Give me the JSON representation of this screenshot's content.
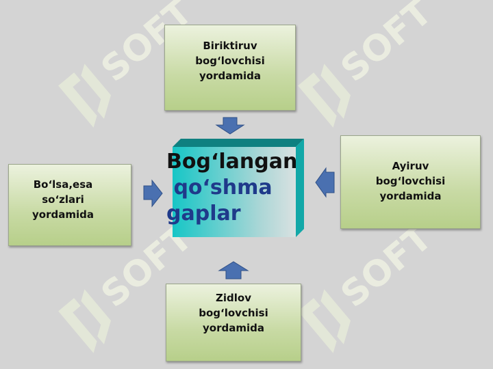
{
  "center": {
    "line1": "Bog‘langan",
    "line2": " qo‘shma",
    "line3": "gaplar"
  },
  "boxes": {
    "top": "Biriktiruv\nbog‘lovchisi\nyordamida ",
    "right": "Ayiruv\nbog‘lovchisi\n  yordamida",
    "left": "Bo‘lsa,esa\n so‘zlari\nyordamida",
    "bottom": "Zidlov\nbog‘lovchisi\n yordamida"
  },
  "watermark": {
    "text": "SOFT",
    "color": "#e8ecdc"
  },
  "colors": {
    "background": "#d4d4d4",
    "arrow": "#4a70b0",
    "cube_face": "#19c2c2",
    "cube_top": "#0f7f7f",
    "cube_side": "#14a3a3",
    "box_fill": "#c8daa4"
  }
}
